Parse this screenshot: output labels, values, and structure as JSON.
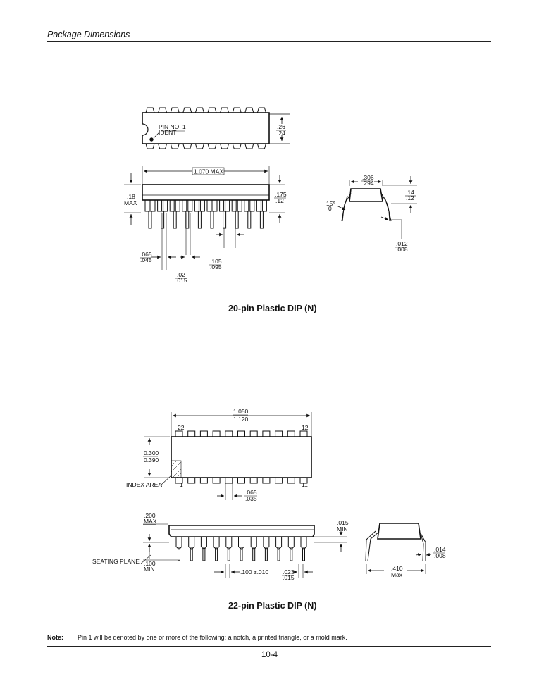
{
  "header": {
    "title": "Package Dimensions"
  },
  "dip20": {
    "caption": "20-pin Plastic DIP (N)",
    "pin1_line1": "PIN NO. 1",
    "pin1_line2": "IDENT",
    "width_top": ".26",
    "width_bottom": ".24",
    "length": "1.070 MAX",
    "height_top": ".18",
    "height_bottom": "MAX",
    "body_top": ".175",
    "body_bottom": ".12",
    "shoulder_top": ".065",
    "shoulder_bottom": ".045",
    "pitch_top": ".105",
    "pitch_bottom": ".095",
    "lead_top": ".02",
    "lead_bottom": ".015",
    "span_top": ".306",
    "span_bottom": ".294",
    "angle_top": "15°",
    "angle_bottom": "0",
    "standoff_top": ".14",
    "standoff_bottom": ".12",
    "thick_top": ".012",
    "thick_bottom": ".008"
  },
  "dip22": {
    "caption": "22-pin Plastic DIP (N)",
    "length_top": "1.050",
    "length_bottom": "1.120",
    "pin22": "22",
    "pin12": "12",
    "pin1": "1",
    "pin11": "11",
    "width_top": "0.300",
    "width_bottom": "0.390",
    "index_area": "INDEX AREA",
    "shoulder_top": ".065",
    "shoulder_bottom": ".035",
    "height_top": ".200",
    "height_bottom": "MAX",
    "standoff_top": ".015",
    "standoff_bottom": "MIN",
    "seating_plane": "SEATING PLANE",
    "lead_len_top": ".100",
    "lead_len_bottom": "MIN",
    "pitch": ".100 ±.010",
    "lead_w_top": ".023",
    "lead_w_bottom": ".015",
    "thick_top": ".014",
    "thick_bottom": ".008",
    "span_top": ".410",
    "span_bottom": "Max"
  },
  "note": {
    "label": "Note:",
    "text": "Pin 1 will be denoted by one or more of the following: a notch, a printed triangle, or a mold mark."
  },
  "footer": {
    "page_number": "10-4"
  }
}
